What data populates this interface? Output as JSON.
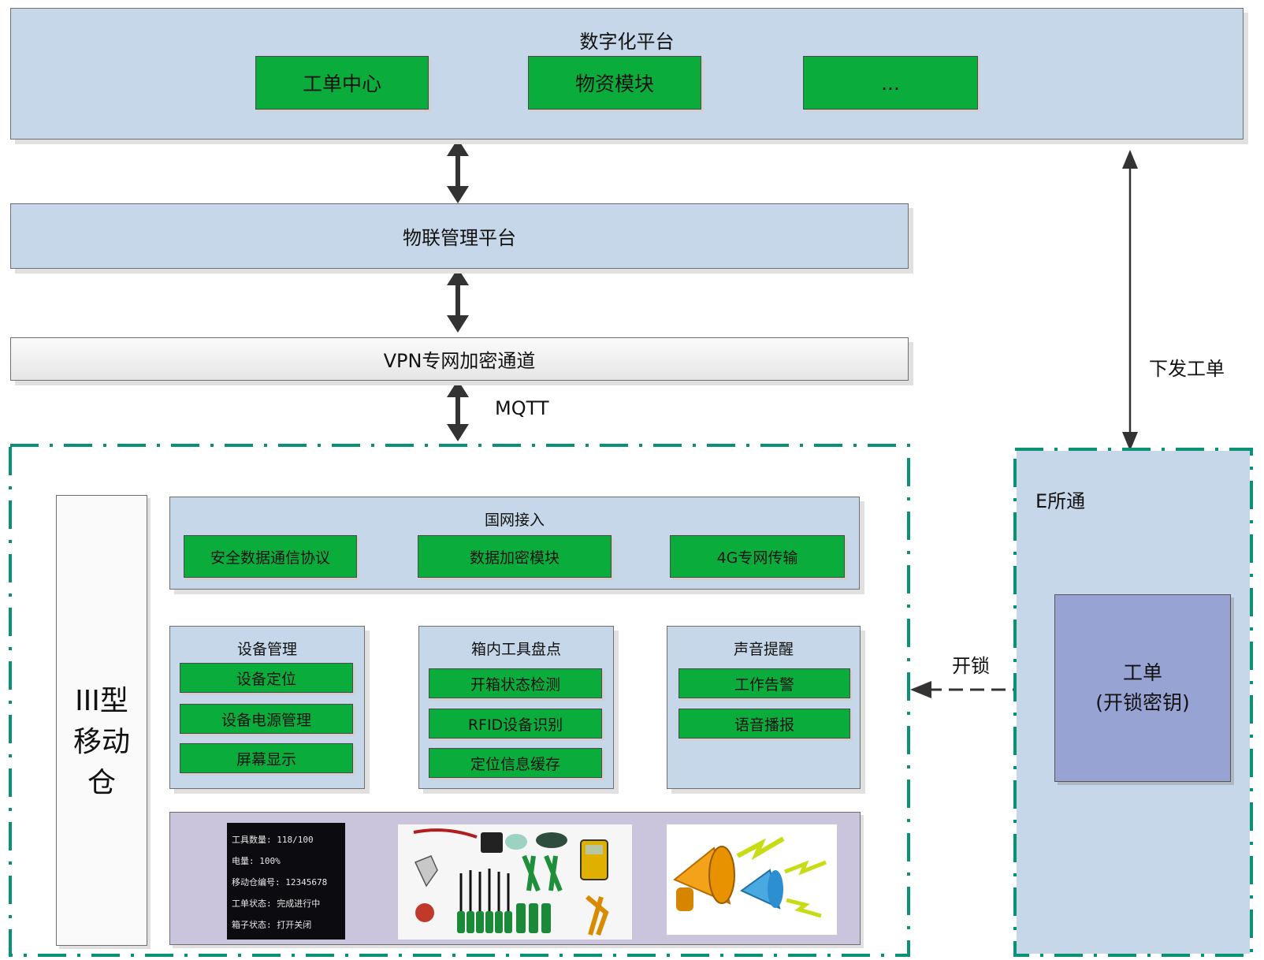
{
  "digital_platform": {
    "title": "数字化平台",
    "modules": [
      "工单中心",
      "物资模块",
      "..."
    ]
  },
  "iot_platform": {
    "title": "物联管理平台"
  },
  "vpn": {
    "title": "VPN专网加密通道"
  },
  "protocol_label": "MQTT",
  "mobile_warehouse": {
    "title_lines": [
      "III型",
      "移动",
      "仓"
    ],
    "grid_access": {
      "title": "国网接入",
      "items": [
        "安全数据通信协议",
        "数据加密模块",
        "4G专网传输"
      ]
    },
    "device_mgmt": {
      "title": "设备管理",
      "items": [
        "设备定位",
        "设备电源管理",
        "屏幕显示"
      ]
    },
    "tool_inventory": {
      "title": "箱内工具盘点",
      "items": [
        "开箱状态检测",
        "RFID设备识别",
        "定位信息缓存"
      ]
    },
    "voice": {
      "title": "声音提醒",
      "items": [
        "工作告警",
        "语音播报"
      ]
    },
    "screen_lines": [
      "工具数量: 118/100",
      "电量: 100%",
      "移动仓编号: 12345678",
      "工单状态: 完成进行中",
      "箱子状态: 打开关闭"
    ]
  },
  "e_station": {
    "title": "E所通",
    "work_order_lines": [
      "工单",
      "(开锁密钥)"
    ]
  },
  "labels": {
    "issue_work_order": "下发工单",
    "unlock": "开锁"
  },
  "colors": {
    "layer_blue": "#c5d7e8",
    "module_green": "#0aad3c",
    "dashed_border": "#0a9277",
    "work_order_purple": "#97a3d2",
    "media_panel": "#cbc4dd"
  }
}
